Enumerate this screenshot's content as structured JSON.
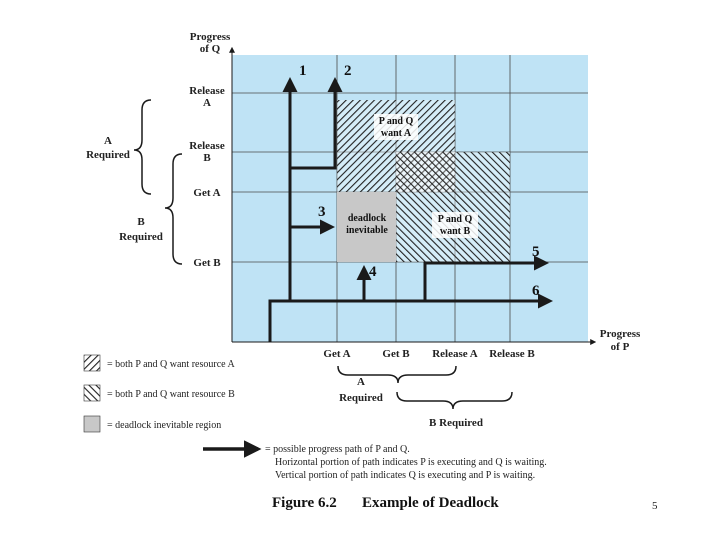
{
  "axes": {
    "y_title_line1": "Progress",
    "y_title_line2": "of Q",
    "x_title_line1": "Progress",
    "x_title_line2": "of P"
  },
  "y_ticks": {
    "release_a_1": "Release",
    "release_a_2": "A",
    "release_b_1": "Release",
    "release_b_2": "B",
    "get_a": "Get A",
    "get_b": "Get B"
  },
  "x_ticks": {
    "get_a": "Get A",
    "get_b": "Get B",
    "release_a": "Release A",
    "release_b": "Release B"
  },
  "braces": {
    "y_a_1": "A",
    "y_a_2": "Required",
    "y_b_1": "B",
    "y_b_2": "Required",
    "x_a_1": "A",
    "x_a_2": "Required",
    "x_b": "B Required"
  },
  "regions": {
    "want_a_1": "P and Q",
    "want_a_2": "want A",
    "want_b_1": "P and Q",
    "want_b_2": "want B",
    "deadlock_1": "deadlock",
    "deadlock_2": "inevitable"
  },
  "paths": {
    "p1": "1",
    "p2": "2",
    "p3": "3",
    "p4": "4",
    "p5": "5",
    "p6": "6"
  },
  "legend": {
    "want_a": "= both P and Q want resource A",
    "want_b": "= both P and Q want resource B",
    "deadlock": "= deadlock inevitable region",
    "path_1": "= possible progress path of P and Q.",
    "path_2": "Horizontal portion of path indicates P is executing and Q is waiting.",
    "path_3": "Vertical portion of path indicates Q is executing and P is waiting."
  },
  "caption": {
    "fig": "Figure 6.2",
    "text": "Example of Deadlock"
  },
  "page_number": "5",
  "colors": {
    "plot_bg": "#bfe3f5",
    "deadlock_fill": "#c8c8c8",
    "path": "#1a1a1a"
  }
}
